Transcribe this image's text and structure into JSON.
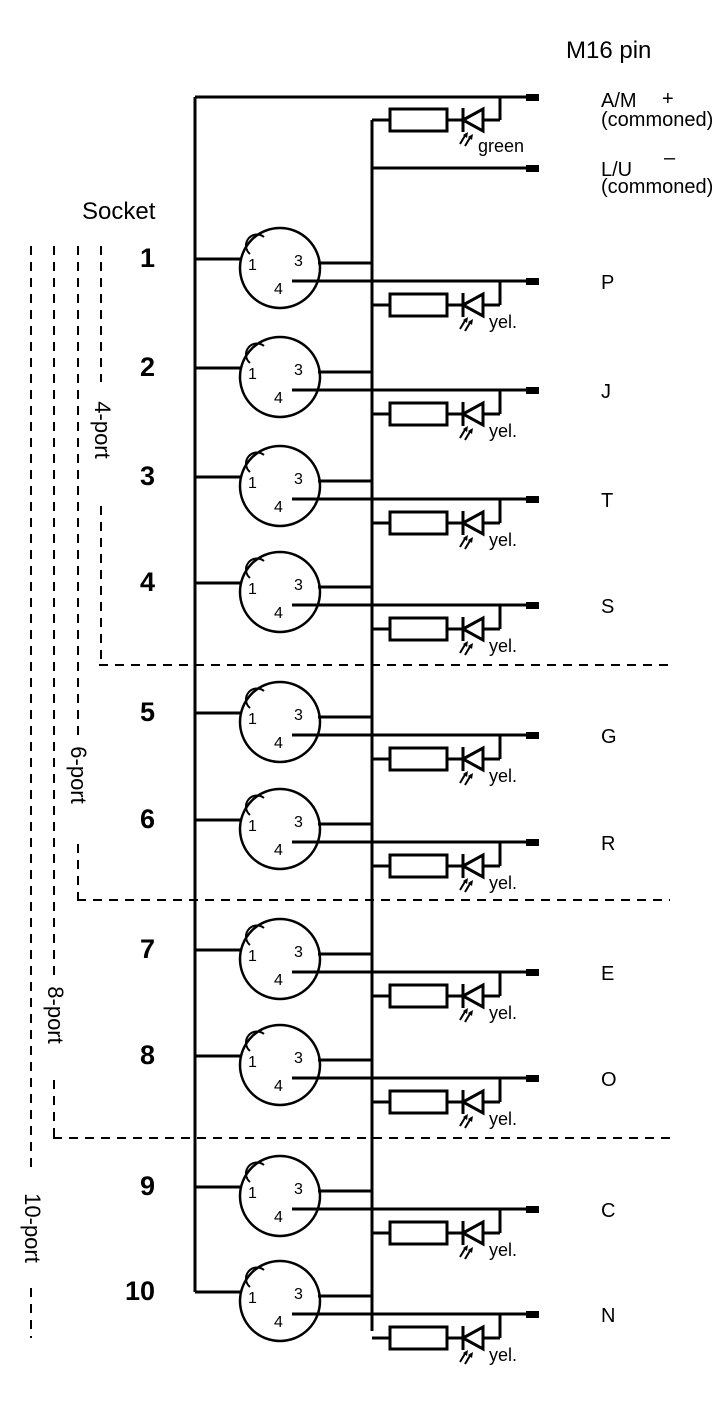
{
  "header": {
    "m16_pin": "M16 pin",
    "socket": "Socket"
  },
  "power_pins": [
    {
      "label": "A/M",
      "polarity": "+",
      "note": "(commoned)",
      "led": "green"
    },
    {
      "label": "L/U",
      "polarity": "–",
      "note": "(commoned)"
    }
  ],
  "contact_labels": {
    "left": "1",
    "right": "3",
    "bottom": "4"
  },
  "sockets": [
    {
      "number": "1",
      "pin": "P",
      "led": "yel."
    },
    {
      "number": "2",
      "pin": "J",
      "led": "yel."
    },
    {
      "number": "3",
      "pin": "T",
      "led": "yel."
    },
    {
      "number": "4",
      "pin": "S",
      "led": "yel."
    },
    {
      "number": "5",
      "pin": "G",
      "led": "yel."
    },
    {
      "number": "6",
      "pin": "R",
      "led": "yel."
    },
    {
      "number": "7",
      "pin": "E",
      "led": "yel."
    },
    {
      "number": "8",
      "pin": "O",
      "led": "yel."
    },
    {
      "number": "9",
      "pin": "C",
      "led": "yel."
    },
    {
      "number": "10",
      "pin": "N",
      "led": "yel."
    }
  ],
  "port_groups": [
    {
      "label": "4-port"
    },
    {
      "label": "6-port"
    },
    {
      "label": "8-port"
    },
    {
      "label": "10-port"
    }
  ]
}
